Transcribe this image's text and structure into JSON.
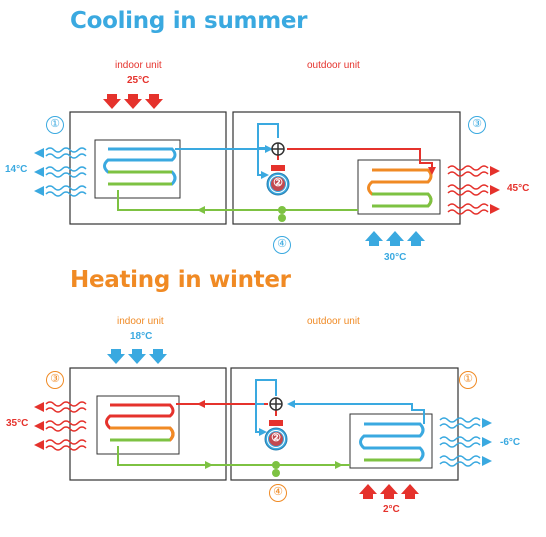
{
  "colors": {
    "blue": "#3aa9e0",
    "red": "#e5322c",
    "orange": "#f08a24",
    "green": "#7dc242",
    "dark": "#333333"
  },
  "summer": {
    "title": "Cooling in summer",
    "indoor_label": "indoor unit",
    "outdoor_label": "outdoor unit",
    "indoor_temp": "25°C",
    "left_temp": "14°C",
    "right_temp": "45°C",
    "outdoor_temp": "30°C",
    "markers": [
      "①",
      "②",
      "③",
      "④"
    ]
  },
  "winter": {
    "title": "Heating in winter",
    "indoor_label": "indoor unit",
    "outdoor_label": "outdoor unit",
    "indoor_temp": "18°C",
    "left_temp": "35°C",
    "right_temp": "-6°C",
    "outdoor_temp": "2°C",
    "markers": [
      "①",
      "②",
      "③",
      "④"
    ]
  }
}
